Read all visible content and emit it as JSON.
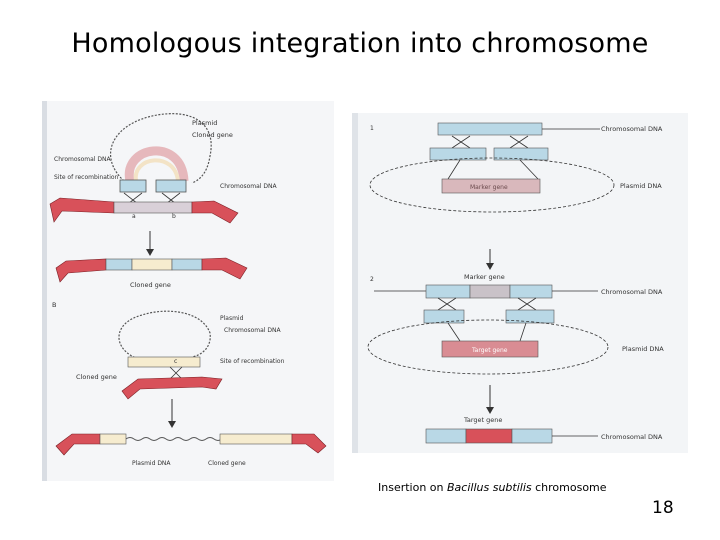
{
  "slide": {
    "title": "Homologous integration into chromosome",
    "page_number": "18",
    "caption": {
      "prefix": "Insertion on ",
      "italic": "Bacillus subtilis",
      "suffix": " chromosome"
    }
  },
  "left_figure": {
    "panel_a": {
      "labels": {
        "plasmid": "Plasmid",
        "cloned_gene": "Cloned gene",
        "chromosomal_dna_left": "Chromosomal DNA",
        "site_recombination": "Site of recombination",
        "chromosomal_dna_right": "Chromosomal DNA",
        "a": "a",
        "b": "b",
        "cloned_gene_bottom": "Cloned gene"
      }
    },
    "panel_b": {
      "marker": "B",
      "labels": {
        "plasmid": "Plasmid",
        "chromosomal_dna": "Chromosomal DNA",
        "site_recombination": "Site of recombination",
        "c": "c",
        "cloned_gene": "Cloned gene",
        "plasmid_dna": "Plasmid DNA",
        "cloned_gene_bottom": "Cloned gene"
      }
    }
  },
  "right_figure": {
    "panel_1": {
      "marker": "1",
      "chromosomal_dna": "Chromosomal DNA",
      "marker_gene": "Marker gene",
      "plasmid_dna": "Plasmid DNA"
    },
    "panel_2": {
      "marker": "2",
      "marker_gene": "Marker gene",
      "chromosomal_dna": "Chromosomal DNA",
      "plasmid_dna": "Plasmid DNA",
      "target_gene": "Target gene",
      "target_gene_bottom": "Target gene",
      "chromosomal_dna_bottom": "Chromosomal DNA"
    }
  },
  "colors": {
    "red_dna": "#d8515a",
    "blue_dna": "#b9d8e6",
    "pink_gene": "#d98c93",
    "cream_gene": "#f6eccf",
    "scan_bg": "#f3f5f7"
  }
}
